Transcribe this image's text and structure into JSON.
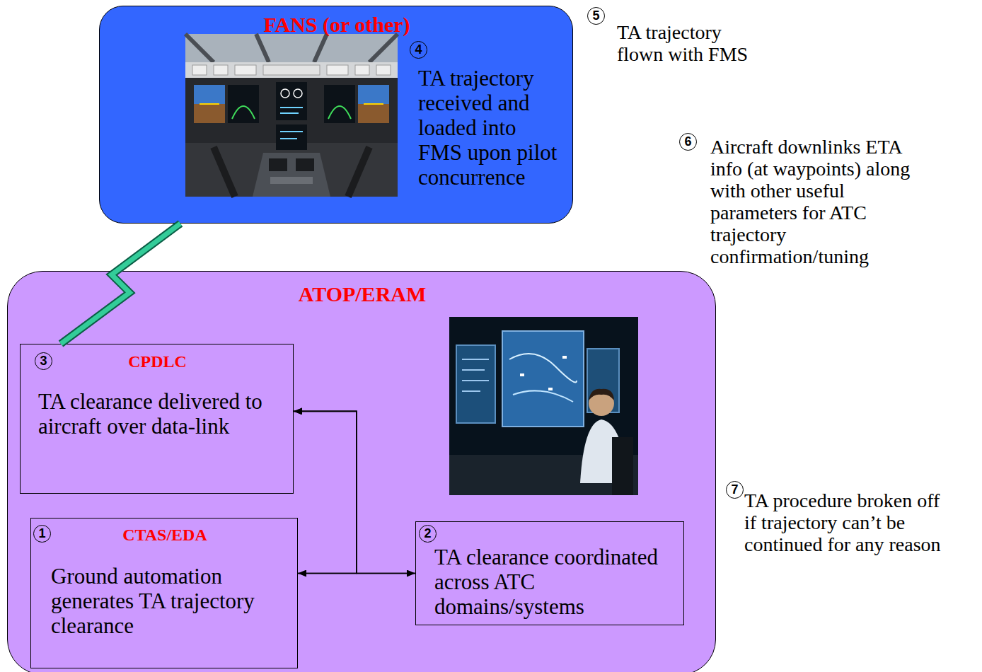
{
  "diagram": {
    "nodes": [
      {
        "text": [
          "FANS (or other)",
          "4",
          "TA trajectory received and loaded into FMS upon pilot concurrence"
        ]
      },
      {
        "text": [
          "ATOP/ERAM"
        ]
      },
      {
        "text": [
          "3",
          "CPDLC",
          "TA clearance delivered to aircraft over data-link"
        ],
        "in": 1
      },
      {
        "text": [
          "1",
          "CTAS/EDA",
          "Ground automation generates TA trajectory clearance"
        ],
        "in": 1
      },
      {
        "text": [
          "2",
          "TA clearance coordinated across ATC domains/systems"
        ],
        "in": 1
      }
    ],
    "edges": [
      {
        "from": 3,
        "to": 4,
        "arrow": "both"
      },
      {
        "from": 3,
        "to": 2,
        "arrow": "to"
      },
      {
        "from": 4,
        "to": 2,
        "arrow": "to"
      },
      {
        "from": 2,
        "to": 0,
        "arrow": "none"
      }
    ],
    "labels": [
      "5",
      "TA trajectory flown with FMS",
      "6",
      "Aircraft downlinks ETA info (at waypoints) along with other useful parameters for ATC trajectory confirmation/tuning",
      "7",
      "TA procedure broken off if trajectory can’t be continued for any reason"
    ]
  }
}
